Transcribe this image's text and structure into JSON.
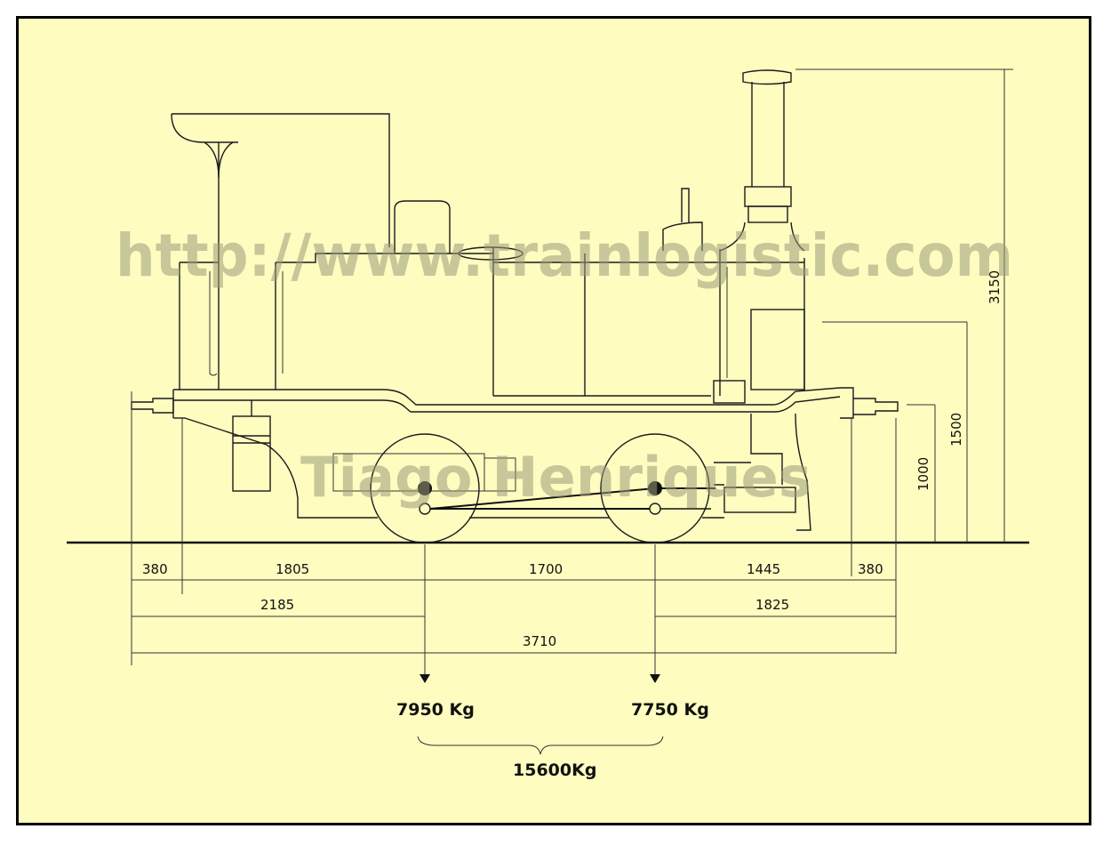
{
  "watermarks": {
    "url": "http://www.trainlogistic.com",
    "author": "Tiago Henriques"
  },
  "dimensions": {
    "horizontal_row1": [
      "380",
      "1805",
      "1700",
      "1445",
      "380"
    ],
    "rear_to_axle": "2185",
    "axle_to_front": "1825",
    "total_length": "3710",
    "height_buffer": "1000",
    "height_boiler": "1500",
    "height_total": "3150"
  },
  "axle_loads": {
    "rear": "7950 Kg",
    "front": "7750 Kg",
    "total": "15600Kg"
  },
  "colors": {
    "background": "#fffcc0",
    "border": "#000000",
    "lines": "#1a1a1a"
  }
}
